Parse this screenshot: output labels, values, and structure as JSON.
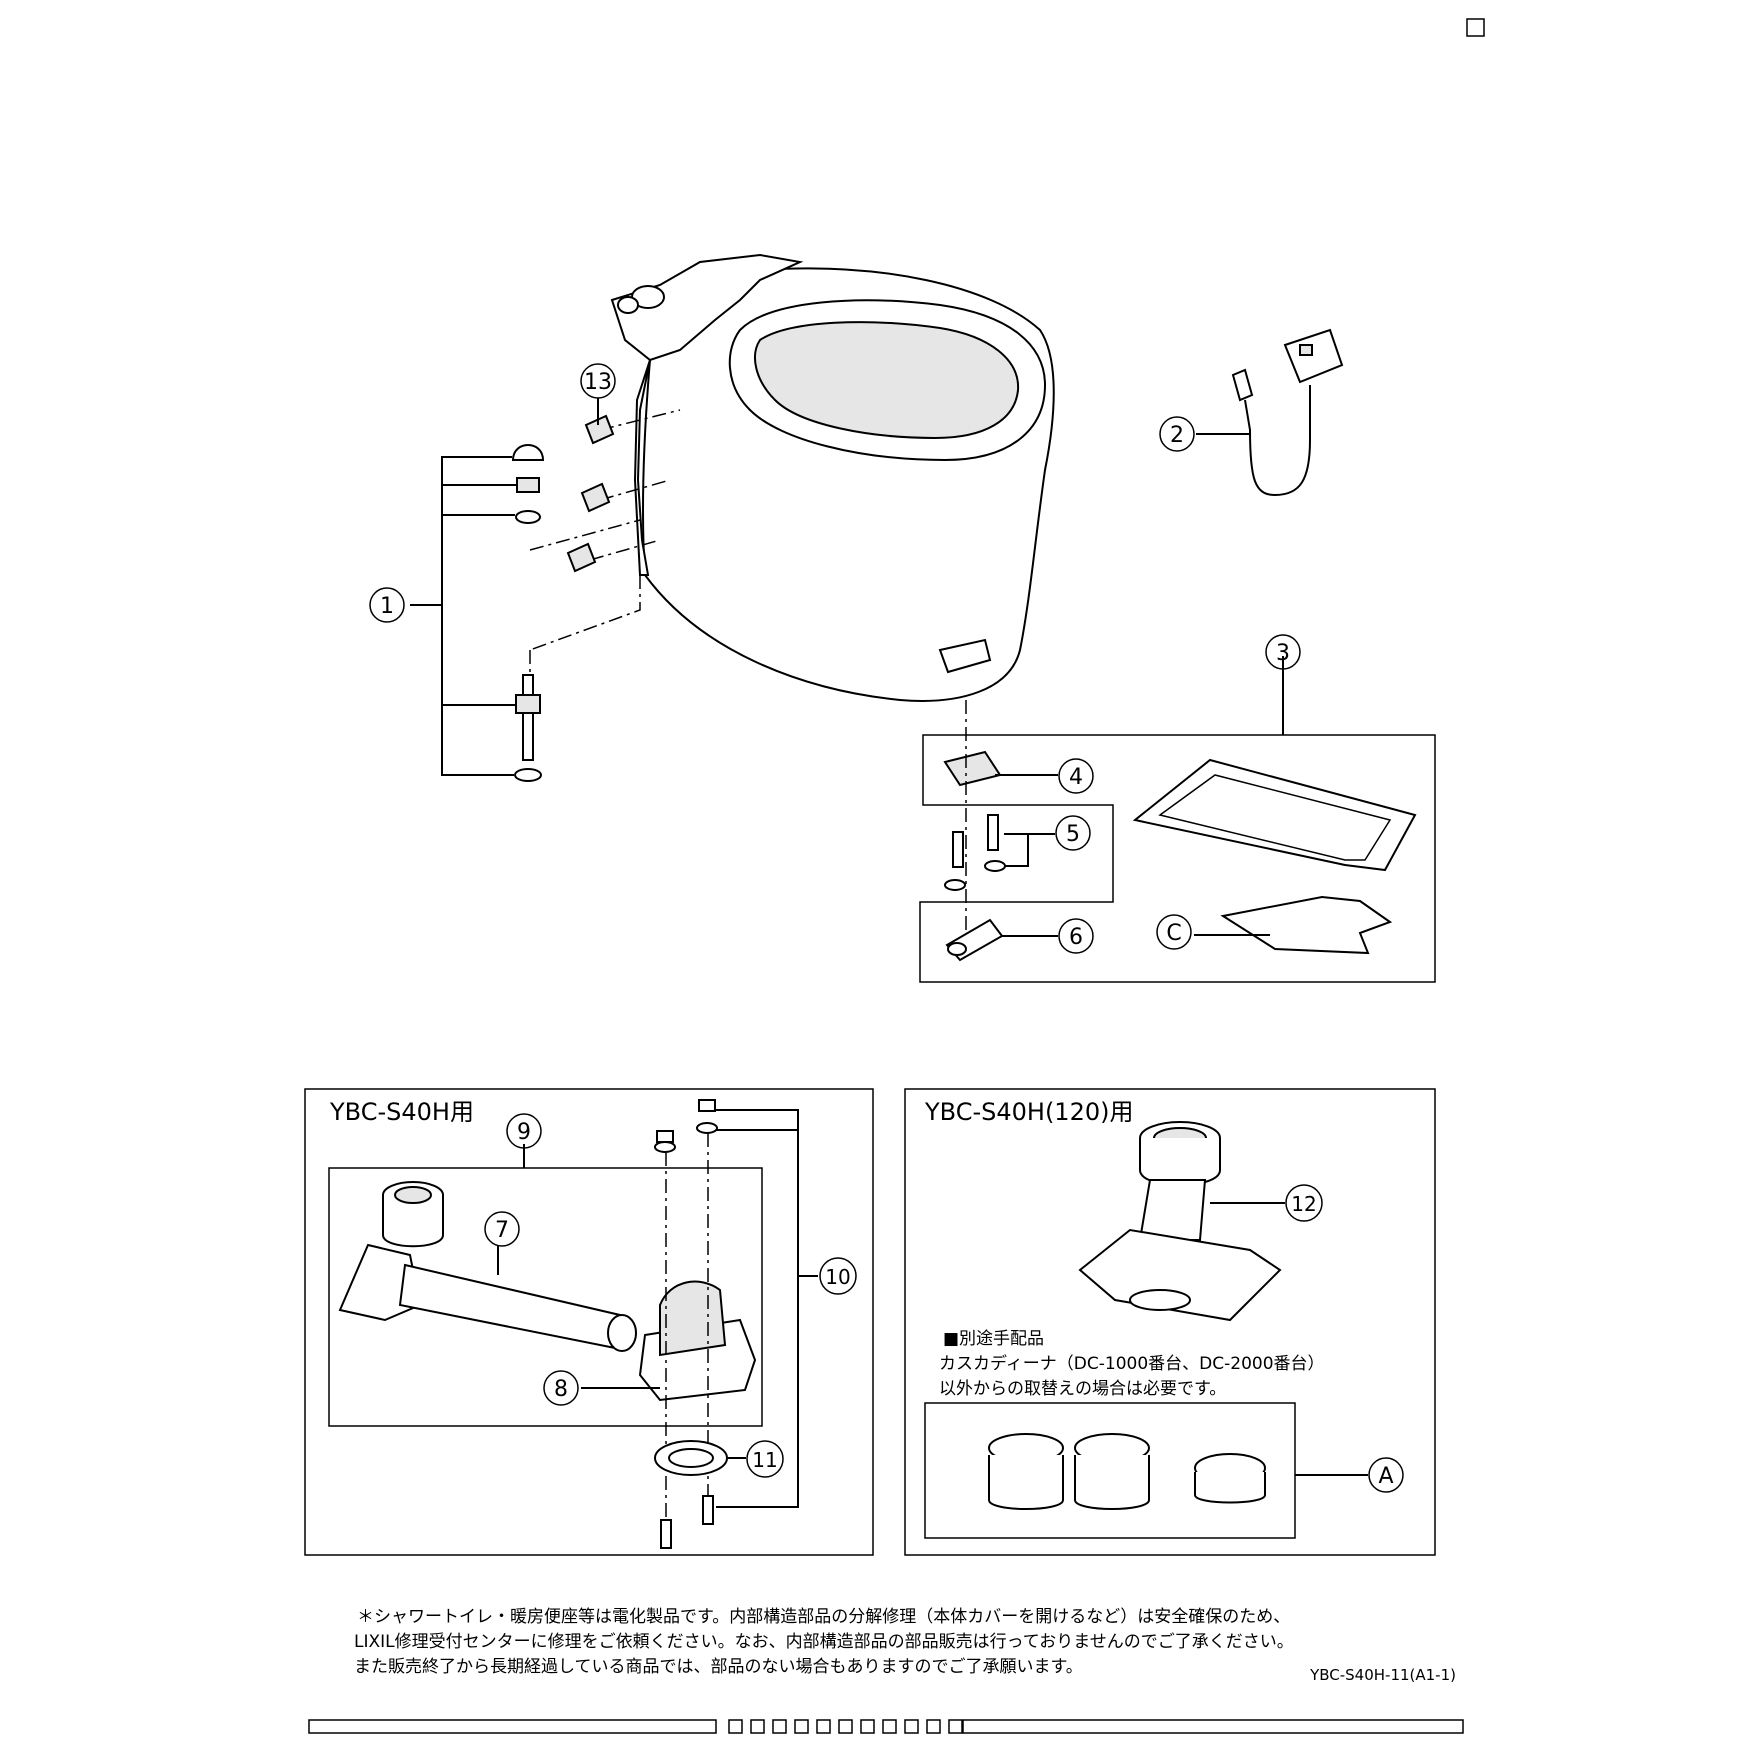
{
  "callouts": {
    "c1": "1",
    "c2": "2",
    "c3": "3",
    "c4": "4",
    "c5": "5",
    "c6": "6",
    "c7": "7",
    "c8": "8",
    "c9": "9",
    "c10": "10",
    "c11": "11",
    "c12": "12",
    "c13": "13",
    "cA": "A",
    "cC": "C"
  },
  "panels": {
    "left_title": "YBC-S40H用",
    "right_title": "YBC-S40H(120)用"
  },
  "separate_parts": {
    "heading": "■別途手配品",
    "line1": "カスカディーナ（DC-1000番台、DC-2000番台）",
    "line2": "以外からの取替えの場合は必要です。"
  },
  "footer": {
    "line1": "＊シャワートイレ・暖房便座等は電化製品です。内部構造部品の分解修理（本体カバーを開けるなど）は安全確保のため、",
    "line2": "LIXIL修理受付センターに修理をご依頼ください。なお、内部構造部品の部品販売は行っておりませんのでご了承ください。",
    "line3": "また販売終了から長期経過している商品では、部品のない場合もありますのでご了承願います。",
    "doc_code": "YBC-S40H-11(A1-1)"
  }
}
